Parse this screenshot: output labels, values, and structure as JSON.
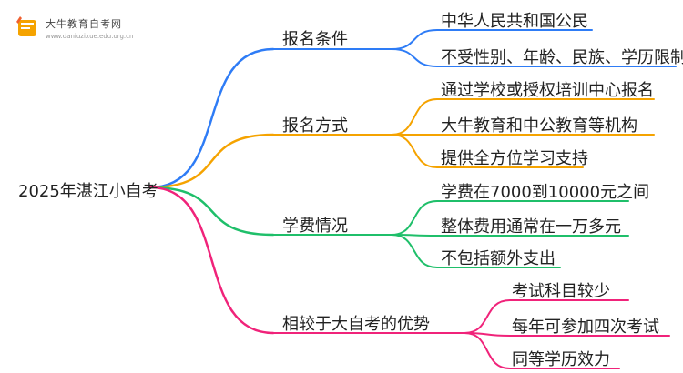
{
  "watermark": {
    "title": "大牛教育自考网",
    "url": "www.daniuzixue.edu.org.cn"
  },
  "root": "2025年湛江小自考",
  "branches": [
    {
      "label": "报名条件",
      "color": "#2e7cf6",
      "leaves": [
        "中华人民共和国公民",
        "不受性别、年龄、民族、学历限制"
      ]
    },
    {
      "label": "报名方式",
      "color": "#f5a300",
      "leaves": [
        "通过学校或授权培训中心报名",
        "大牛教育和中公教育等机构",
        "提供全方位学习支持"
      ]
    },
    {
      "label": "学费情况",
      "color": "#1fbf6a",
      "leaves": [
        "学费在7000到10000元之间",
        "整体费用通常在一万多元",
        "不包括额外支出"
      ]
    },
    {
      "label": "相较于大自考的优势",
      "color": "#f0237a",
      "leaves": [
        "考试科目较少",
        "每年可参加四次考试",
        "同等学历效力"
      ]
    }
  ]
}
